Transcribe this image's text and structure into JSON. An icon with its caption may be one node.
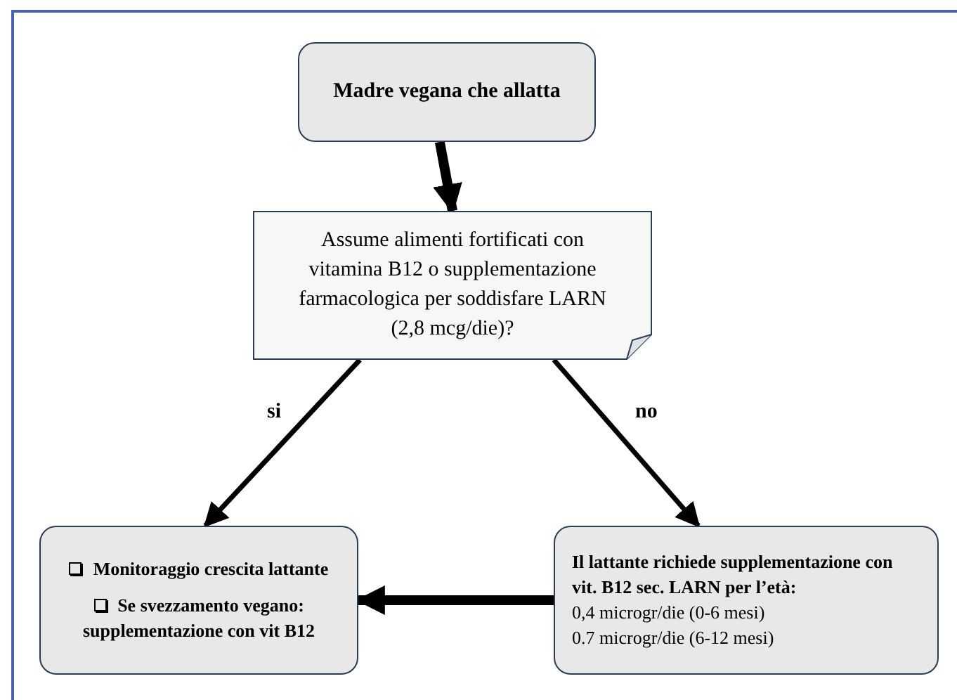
{
  "diagram": {
    "nodes": [
      {
        "text": [
          "Madre vegana che allatta"
        ]
      },
      {
        "text": [
          "Assume alimenti fortificati con vitamina B12 o supplementazione farmacologica per soddisfare LARN (2,8 mcg/die)?"
        ]
      },
      {
        "text": [
          "Monitoraggio crescita lattante",
          "Se svezzamento vegano: supplementazione con vit B12"
        ]
      },
      {
        "text": [
          "Il lattante richiede supplementazione con vit. B12 sec. LARN per l’età:",
          "0,4 microgr/die (0-6 mesi)",
          "0.7 microgr/die (6-12 mesi)"
        ]
      }
    ],
    "edges": [
      {
        "from": 0,
        "to": 1,
        "arrow": "to",
        "style": "thick"
      },
      {
        "from": 1,
        "to": 2,
        "arrow": "to",
        "label": "si"
      },
      {
        "from": 1,
        "to": 3,
        "arrow": "to",
        "label": "no"
      },
      {
        "from": 3,
        "to": 2,
        "arrow": "to",
        "style": "thick"
      }
    ]
  }
}
